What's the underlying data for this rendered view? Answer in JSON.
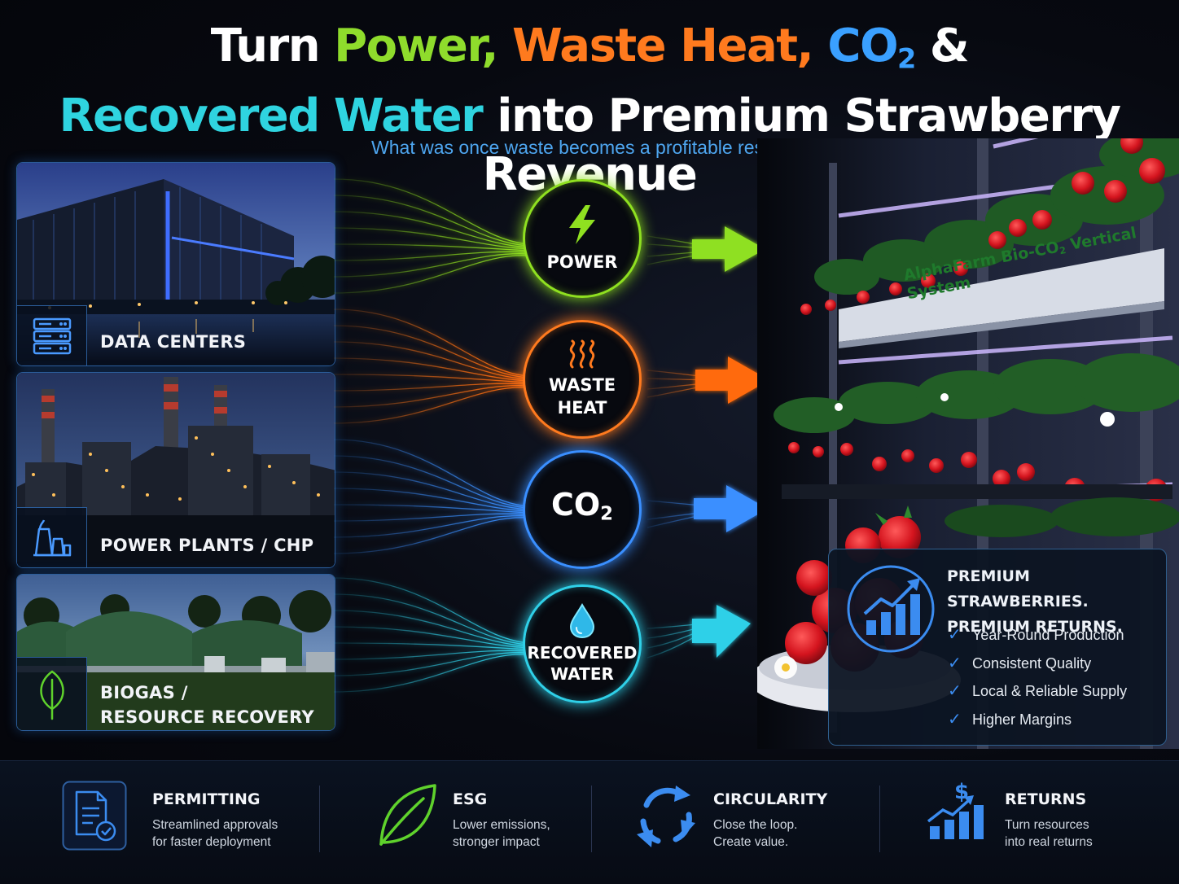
{
  "title": {
    "line1": [
      {
        "text": "Turn ",
        "color": "white"
      },
      {
        "text": "Power,",
        "color": "green"
      },
      {
        "text": " Waste Heat,",
        "color": "orange"
      },
      {
        "text": " CO",
        "color": "blue",
        "sub": "2"
      },
      {
        "text": " &",
        "color": "white"
      }
    ],
    "line2": [
      {
        "text": "Recovered Water",
        "color": "cyan"
      },
      {
        "text": " into Premium Strawberry Revenue",
        "color": "white"
      }
    ]
  },
  "subtitle": "What was once waste becomes a profitable resource.",
  "sources": [
    {
      "label_lines": [
        "DATA CENTERS"
      ],
      "icon": "server-icon"
    },
    {
      "label_lines": [
        "POWER PLANTS / CHP"
      ],
      "icon": "power-plant-icon"
    },
    {
      "label_lines": [
        "BIOGAS /",
        "RESOURCE RECOVERY"
      ],
      "icon": "leaf-icon"
    }
  ],
  "resources": [
    {
      "label_lines": [
        "POWER"
      ],
      "icon": "lightning-icon",
      "color": "#8fe020"
    },
    {
      "label_lines": [
        "WASTE",
        "HEAT"
      ],
      "icon": "heat-icon",
      "color": "#ff7a1e"
    },
    {
      "label_main": "CO",
      "label_sub": "2",
      "icon": "",
      "color": "#3a8fff"
    },
    {
      "label_lines": [
        "RECOVERED",
        "WATER"
      ],
      "icon": "water-drop-icon",
      "color": "#2fd0e8"
    }
  ],
  "farm_sign": {
    "main": "AlphaFarm Bio-CO",
    "sub": "2",
    "rest": " Vertical System"
  },
  "returns": {
    "heading": [
      "PREMIUM STRAWBERRIES.",
      "PREMIUM RETURNS."
    ],
    "items": [
      "Year-Round Production",
      "Consistent Quality",
      "Local & Reliable Supply",
      "Higher Margins"
    ],
    "icon": "growth-chart-icon"
  },
  "features": [
    {
      "title": "PERMITTING",
      "desc": [
        "Streamlined approvals",
        "for faster deployment"
      ],
      "icon": "document-check-icon"
    },
    {
      "title": "ESG",
      "desc": [
        "Lower emissions,",
        "stronger impact"
      ],
      "icon": "leaf-icon"
    },
    {
      "title": "CIRCULARITY",
      "desc": [
        "Close the loop.",
        "Create value."
      ],
      "icon": "recycle-icon"
    },
    {
      "title": "RETURNS",
      "desc": [
        "Turn resources",
        "into real returns"
      ],
      "icon": "dollar-chart-icon"
    }
  ],
  "colors": {
    "green": "#8fdc2c",
    "orange": "#ff7a1e",
    "blue": "#3aa0ff",
    "cyan": "#2fd4e0",
    "accent_blue": "#3b8cf0",
    "card_border": "#2b5d9a"
  }
}
